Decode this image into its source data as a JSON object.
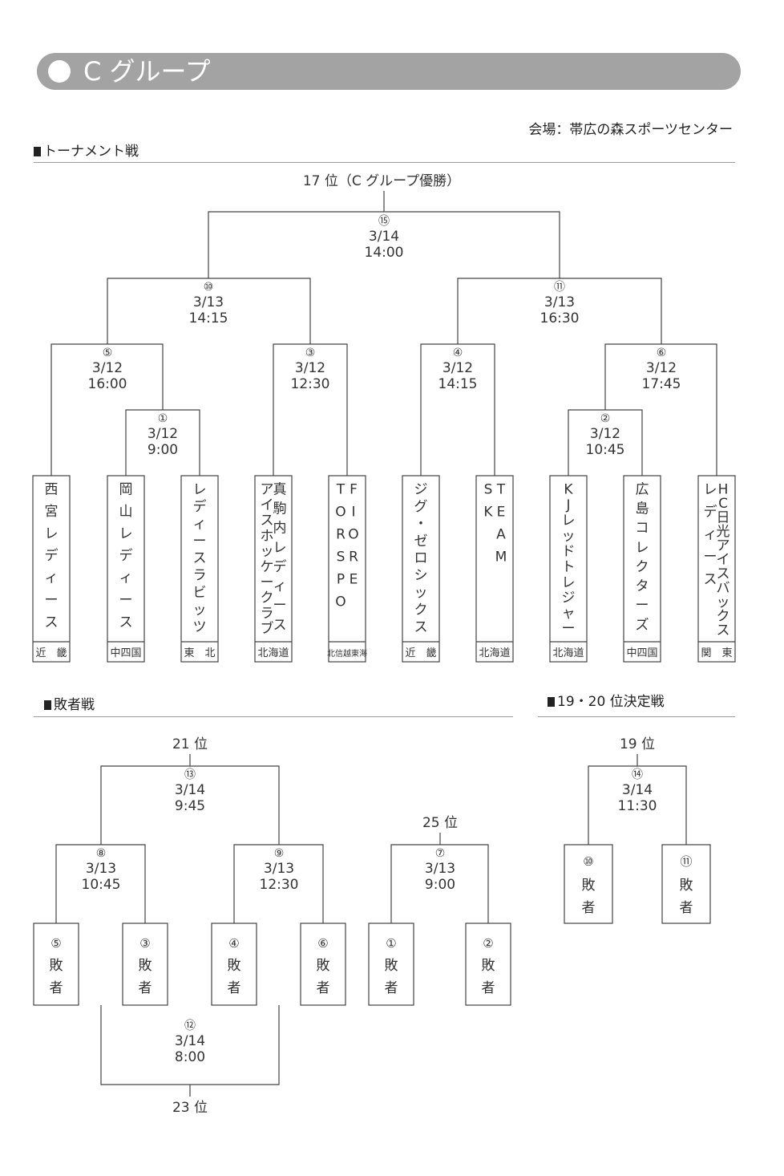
{
  "header": {
    "title": "C グループ"
  },
  "venue": "会場：帯広の森スポーツセンター",
  "sections": {
    "tournament": "トーナメント戦",
    "losers": "敗者戦",
    "placement": "19・20 位決定戦"
  },
  "teams": [
    {
      "name": "西宮レディース",
      "region": "近　畿"
    },
    {
      "name": "岡山レディース",
      "region": "中四国"
    },
    {
      "name": "レディースラビッツ",
      "region": "東　北"
    },
    {
      "name": "真駒内レディース アイスホッケークラブ",
      "region": "北海道"
    },
    {
      "name": "FIORE TORSPO",
      "region": "北信越東海"
    },
    {
      "name": "ジグ・ゼロシックス",
      "region": "近　畿"
    },
    {
      "name": "TEAM SK",
      "region": "北海道"
    },
    {
      "name": "KJレッドトレジャー",
      "region": "北海道"
    },
    {
      "name": "広島コレクターズ",
      "region": "中四国"
    },
    {
      "name": "HC日光アイスバックス レディース",
      "region": "関　東"
    }
  ],
  "matches": {
    "m1": {
      "no": "①",
      "date": "3/12",
      "time": "9:00"
    },
    "m2": {
      "no": "②",
      "date": "3/12",
      "time": "10:45"
    },
    "m3": {
      "no": "③",
      "date": "3/12",
      "time": "12:30"
    },
    "m4": {
      "no": "④",
      "date": "3/12",
      "time": "14:15"
    },
    "m5": {
      "no": "⑤",
      "date": "3/12",
      "time": "16:00"
    },
    "m6": {
      "no": "⑥",
      "date": "3/12",
      "time": "17:45"
    },
    "m7": {
      "no": "⑦",
      "date": "3/13",
      "time": "9:00"
    },
    "m8": {
      "no": "⑧",
      "date": "3/13",
      "time": "10:45"
    },
    "m9": {
      "no": "⑨",
      "date": "3/13",
      "time": "12:30"
    },
    "m10": {
      "no": "⑩",
      "date": "3/13",
      "time": "14:15"
    },
    "m11": {
      "no": "⑪",
      "date": "3/13",
      "time": "16:30"
    },
    "m12": {
      "no": "⑫",
      "date": "3/14",
      "time": "8:00"
    },
    "m13": {
      "no": "⑬",
      "date": "3/14",
      "time": "9:45"
    },
    "m14": {
      "no": "⑭",
      "date": "3/14",
      "time": "11:30"
    },
    "m15": {
      "no": "⑮",
      "date": "3/14",
      "time": "14:00"
    }
  },
  "results": {
    "champion": "17 位（C グループ優勝）",
    "r21": "21 位",
    "r25": "25 位",
    "r23": "23 位",
    "r19": "19 位"
  },
  "loser_label": "敗者",
  "loser_boxes": [
    "⑤",
    "③",
    "④",
    "⑥",
    "①",
    "②"
  ],
  "placement_boxes": [
    "⑩",
    "⑪"
  ]
}
